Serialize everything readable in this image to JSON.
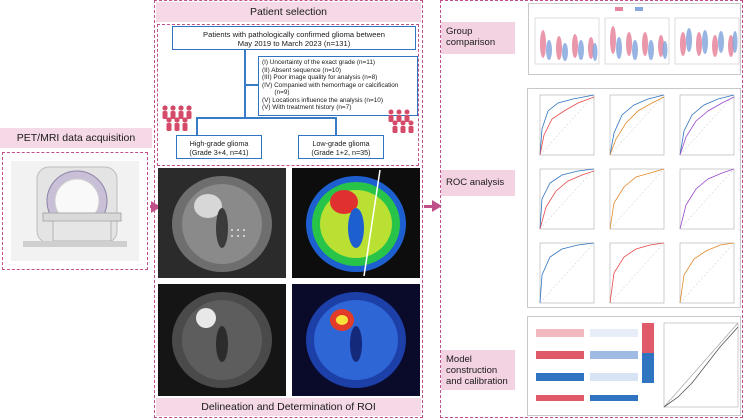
{
  "acquisition": {
    "title": "PET/MRI data acquisition"
  },
  "patient_selection": {
    "title": "Patient selection",
    "inclusion": [
      "Patients with pathologically confirmed glioma between",
      "May 2019 to March 2023 (n=131)"
    ],
    "exclusions": [
      "(I)   Uncertainty of the exact grade (n=11)",
      "(II)  Absent sequence (n=10)",
      "(III) Poor image quality for analysis (n=8)",
      "(IV) Companied  with hemorrhage or calcification",
      "       (n=9)",
      "(V)  Locations influence the analysis (n=10)",
      "(V)  With treatment history (n=7)"
    ],
    "high_grade": [
      "High-grade glioma",
      "(Grade 3+4, n=41)"
    ],
    "low_grade": [
      "Low-grade glioma",
      "(Grade 1+2, n=35)"
    ]
  },
  "delineation": {
    "title": "Delineation and Determination of ROI"
  },
  "right_sections": {
    "group": [
      "Group",
      "comparison"
    ],
    "roc": [
      "ROC analysis"
    ],
    "model": [
      "Model",
      "construction",
      "and calibration"
    ]
  },
  "colors": {
    "dash": "#c0508a",
    "band": "#f5d9e6",
    "arrow": "#c0508a",
    "box_border": "#2f74c0",
    "hgg": "#e7849d",
    "lgg": "#86a8de"
  },
  "icons": [
    "mri-scanner-icon",
    "people-group-icon",
    "brain-scan-icon",
    "violin-plot-icon",
    "roc-curve-icon",
    "heatmap-icon",
    "calibration-plot-icon"
  ]
}
